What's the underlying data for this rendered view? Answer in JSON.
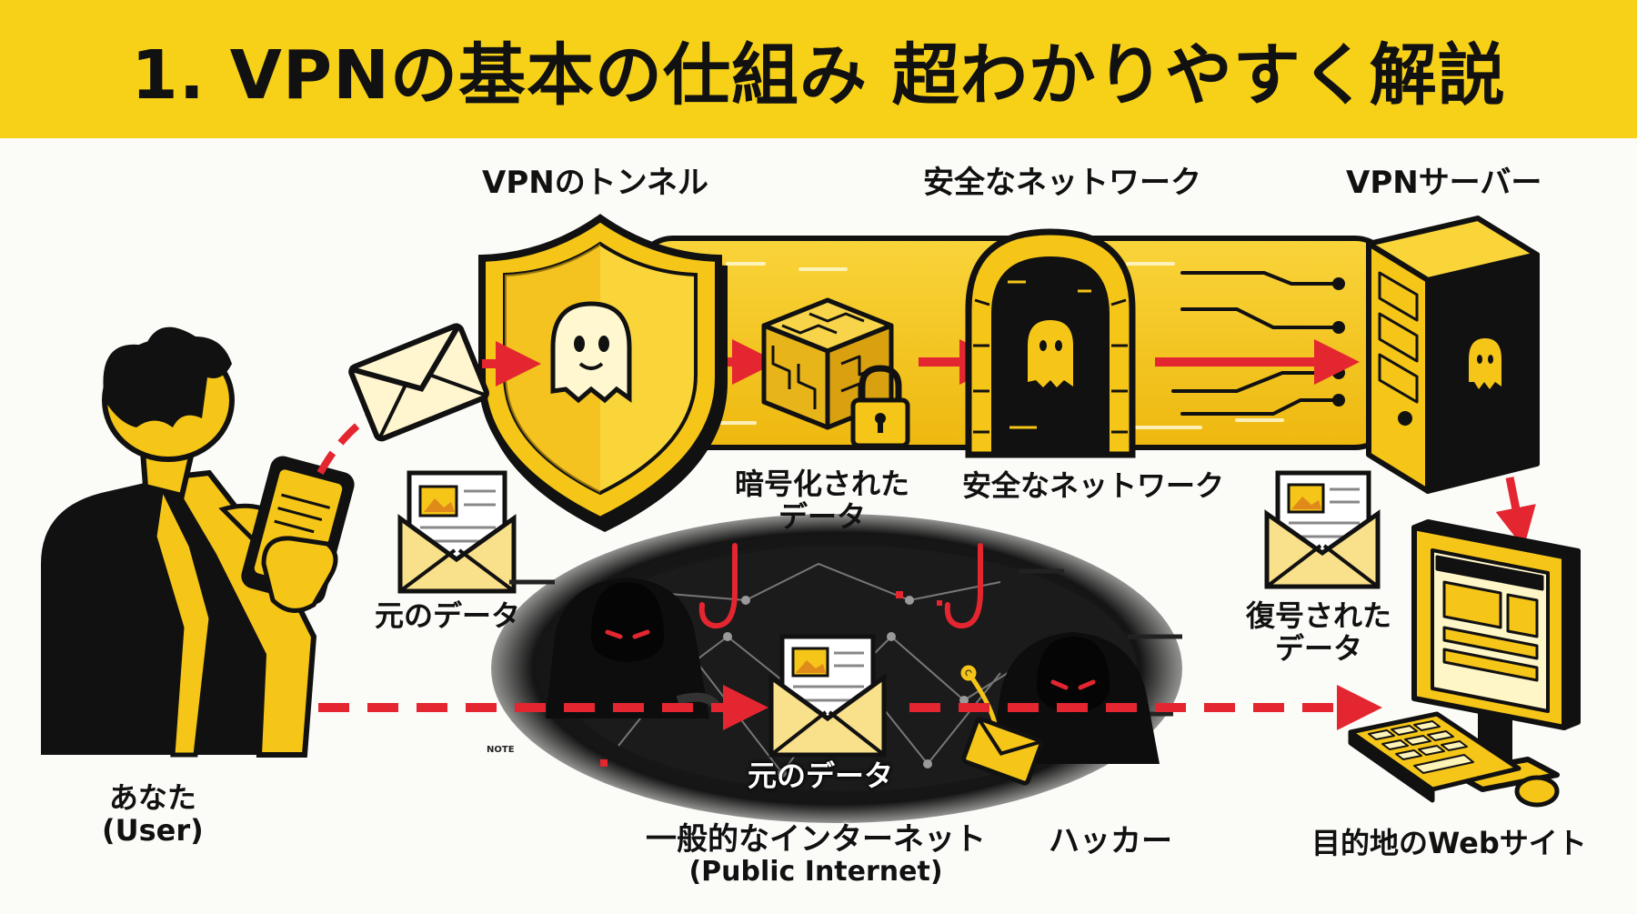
{
  "title": "1. VPNの基本の仕組み 超わかりやすく解説",
  "labels": {
    "vpn_tunnel": "VPNのトンネル",
    "safe_network_top": "安全なネットワーク",
    "vpn_server": "VPNサーバー",
    "encrypted_line1": "暗号化された",
    "encrypted_line2": "データ",
    "safe_network_bottom": "安全なネットワーク",
    "original_data_left": "元のデータ",
    "decrypted_line1": "復号された",
    "decrypted_line2": "データ",
    "you_line1": "あなた",
    "you_line2": "(User)",
    "original_data_center": "元のデータ",
    "public_internet_line1": "一般的なインターネット",
    "public_internet_line2": "(Public Internet)",
    "hacker": "ハッカー",
    "destination": "目的地のWebサイト",
    "noise_text": "NOTE"
  },
  "icons": [
    "person-icon",
    "smartphone-icon",
    "envelope-icon",
    "shield-icon",
    "ghost-icon",
    "encrypted-cube-icon",
    "padlock-icon",
    "tunnel-gate-icon",
    "server-icon",
    "open-letter-icon",
    "hacker-icon",
    "fishing-hook-icon",
    "monitor-icon",
    "keyboard-icon",
    "mouse-icon"
  ],
  "colors": {
    "accent_yellow": "#f7d117",
    "arrow_red": "#e32630",
    "ink_black": "#111111",
    "background": "#fbfbf8"
  }
}
